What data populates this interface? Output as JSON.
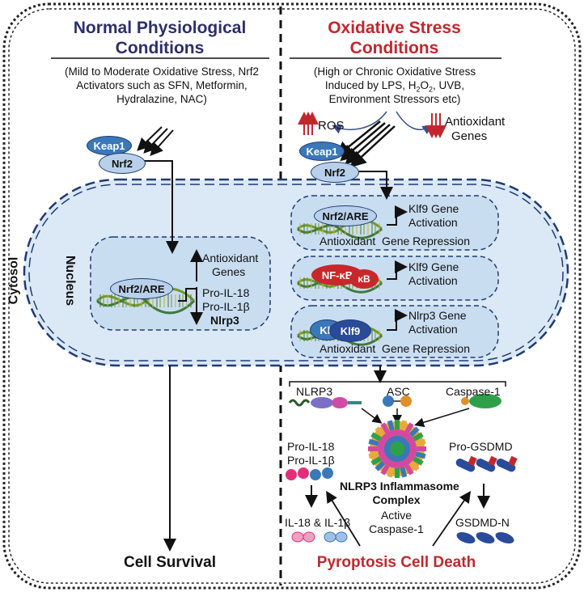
{
  "left": {
    "title_line1": "Normal Physiological",
    "title_line2": "Conditions",
    "desc_line1": "(Mild to Moderate Oxidative Stress, Nrf2",
    "desc_line2": "Activators such as SFN, Metformin,",
    "desc_line3": "Hydralazine, NAC)",
    "keap1": "Keap1",
    "nrf2": "Nrf2",
    "nrf2_are": "Nrf2/ARE",
    "antioxidant_line1": "Antioxidant",
    "antioxidant_line2": "Genes",
    "pro_il18": "Pro-IL-18",
    "pro_il1b": "Pro-IL-1β",
    "nlrp3": "Nlrp3",
    "footer": "Cell Survival"
  },
  "labels": {
    "cytosol": "Cytosol",
    "nucleus": "Nucleus"
  },
  "right": {
    "title_line1": "Oxidative Stress",
    "title_line2": "Conditions",
    "desc_line1": "(High or Chronic Oxidative Stress",
    "desc_line2_pre": "Induced by LPS, H",
    "desc_line2_sub1": "2",
    "desc_line2_mid": "O",
    "desc_line2_sub2": "2",
    "desc_line2_post": ", UVB,",
    "desc_line3": "Environment Stressors etc)",
    "ros": "ROS",
    "antioxidant_line1": "Antioxidant",
    "antioxidant_line2": "Genes",
    "keap1": "Keap1",
    "nrf2": "Nrf2",
    "box1_pill": "Nrf2/ARE",
    "box1_line1": "Klf9 Gene",
    "box1_line2": "Activation",
    "box1_bottom": "Antioxidant  Gene Repression",
    "box2_pill": "NF-κB",
    "box2_pill_small": "κB",
    "box2_line1": "Klf9 Gene",
    "box2_line2": "Activation",
    "box3_pill_back": "Klf",
    "box3_pill": "Klf9",
    "box3_line1": "Nlrp3 Gene",
    "box3_line2": "Activation",
    "box3_bottom": "Antioxidant  Gene Repression",
    "nlrp3_cap": "NLRP3",
    "asc": "ASC",
    "caspase1": "Caspase-1",
    "pro_il18": "Pro-IL-18",
    "pro_il1b": "Pro-IL-1β",
    "pro_gsdmd": "Pro-GSDMD",
    "inflammasome_line1": "NLRP3 Inflammasome",
    "inflammasome_line2": "Complex",
    "active_line1": "Active",
    "active_line2": "Caspase-1",
    "il18_il1b": "IL-18 & IL-1β",
    "gsdmd_n": "GSDMD-N",
    "footer": "Pyroptosis Cell Death"
  },
  "colors": {
    "nucleus_fill": "#dbe8f6",
    "box_fill": "#c9ddf1",
    "pill_fill": "#b9d0ea",
    "keap1_fill": "#3a78b8",
    "nfkb_fill": "#c8282c",
    "klf9_fill": "#2a4a9a",
    "red_title": "#c0282d",
    "blue_title": "#2d2f6b"
  }
}
